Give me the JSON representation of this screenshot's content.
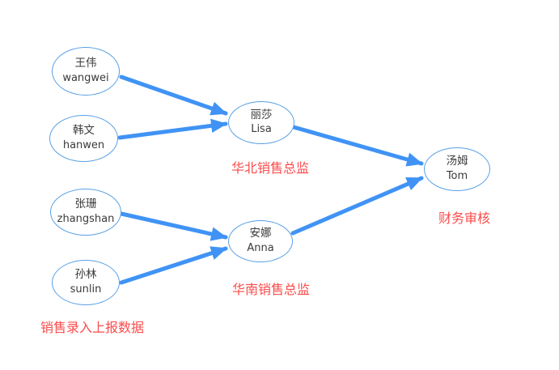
{
  "nodes": {
    "wangwei": {
      "zh": "王伟",
      "en": "wangwei"
    },
    "hanwen": {
      "zh": "韩文",
      "en": "hanwen"
    },
    "zhangshan": {
      "zh": "张珊",
      "en": "zhangshan"
    },
    "sunlin": {
      "zh": "孙林",
      "en": "sunlin"
    },
    "lisa": {
      "zh": "丽莎",
      "en": "Lisa"
    },
    "anna": {
      "zh": "安娜",
      "en": "Anna"
    },
    "tom": {
      "zh": "汤姆",
      "en": "Tom"
    }
  },
  "annotations": {
    "north_sales_director": "华北销售总监",
    "south_sales_director": "华南销售总监",
    "finance_audit": "财务审核",
    "sales_data_entry": "销售录入上报数据"
  },
  "edges": [
    {
      "from": "wangwei",
      "to": "lisa"
    },
    {
      "from": "hanwen",
      "to": "lisa"
    },
    {
      "from": "lisa",
      "to": "tom"
    },
    {
      "from": "zhangshan",
      "to": "anna"
    },
    {
      "from": "sunlin",
      "to": "anna"
    },
    {
      "from": "anna",
      "to": "tom"
    }
  ],
  "colors": {
    "arrow": "#4093f5",
    "node_border": "#58a0e4",
    "annotation": "#fb4b4b",
    "node_text": "#3a3a3a"
  }
}
